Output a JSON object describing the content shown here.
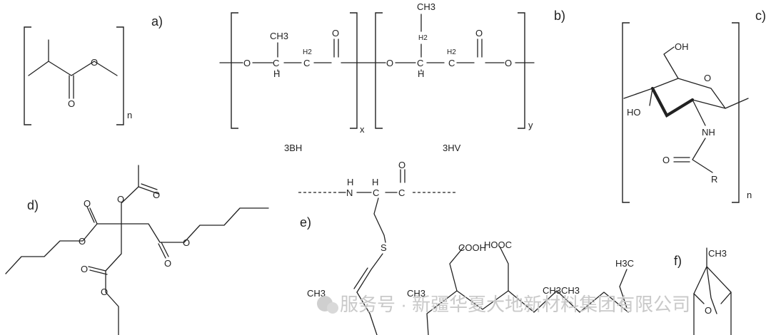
{
  "panels": {
    "a": "a)",
    "b": "b)",
    "c": "c)",
    "d": "d)",
    "e": "e)",
    "f": "f)"
  },
  "a": {
    "sub": "n"
  },
  "b": {
    "ch3_top": "CH3",
    "ch3_left": "CH3",
    "ch2_1": "H2",
    "ch2_2": "H2",
    "ch2_3": "H2",
    "o1": "O",
    "o2": "O",
    "o3": "O",
    "o4": "O",
    "h1": "H",
    "h2": "H",
    "c1": "C",
    "c2": "C",
    "c3": "C",
    "c4": "C",
    "sub_x": "x",
    "sub_y": "y",
    "name_left": "3BH",
    "name_right": "3HV"
  },
  "c": {
    "oh_top": "OH",
    "ho": "HO",
    "o_ring": "O",
    "nh": "NH",
    "o_amide": "O",
    "r": "R",
    "sub": "n"
  },
  "d": {},
  "e": {
    "n": "N",
    "h_n": "H",
    "h_c": "H",
    "o": "O",
    "s": "S",
    "cooh1": "COOH",
    "cooh2": "HOOC",
    "ch3_a": "CH3",
    "ch3_b": "CH3",
    "ch3_c": "CH3CH3",
    "h3c": "H3C"
  },
  "f": {
    "ch3": "CH3",
    "o": "O"
  },
  "watermark": {
    "line1": "服务号 · 新疆华夏大地新材料集团有限公司"
  }
}
